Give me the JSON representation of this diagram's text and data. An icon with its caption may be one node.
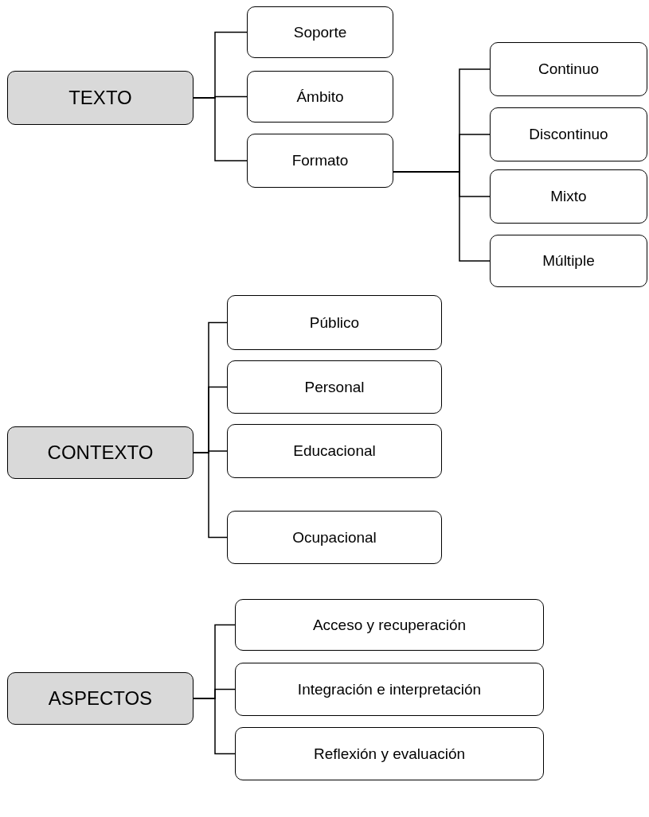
{
  "diagram": {
    "nodes": [
      {
        "text": [
          "TEXTO"
        ]
      },
      {
        "text": [
          "Soporte"
        ]
      },
      {
        "text": [
          "Ámbito"
        ]
      },
      {
        "text": [
          "Formato"
        ]
      },
      {
        "text": [
          "Continuo"
        ]
      },
      {
        "text": [
          "Discontinuo"
        ]
      },
      {
        "text": [
          "Mixto"
        ]
      },
      {
        "text": [
          "Múltiple"
        ]
      },
      {
        "text": [
          "CONTEXTO"
        ]
      },
      {
        "text": [
          "Público"
        ]
      },
      {
        "text": [
          "Personal"
        ]
      },
      {
        "text": [
          "Educacional"
        ]
      },
      {
        "text": [
          "Ocupacional"
        ]
      },
      {
        "text": [
          "ASPECTOS"
        ]
      },
      {
        "text": [
          "Acceso y recuperación"
        ]
      },
      {
        "text": [
          "Integración e interpretación"
        ]
      },
      {
        "text": [
          "Reflexión y evaluación"
        ]
      }
    ],
    "edges": [
      {
        "from": 0,
        "to": 1,
        "arrow": "none"
      },
      {
        "from": 0,
        "to": 2,
        "arrow": "none"
      },
      {
        "from": 0,
        "to": 3,
        "arrow": "none"
      },
      {
        "from": 3,
        "to": 4,
        "arrow": "none"
      },
      {
        "from": 3,
        "to": 5,
        "arrow": "none"
      },
      {
        "from": 3,
        "to": 6,
        "arrow": "none"
      },
      {
        "from": 3,
        "to": 7,
        "arrow": "none"
      },
      {
        "from": 8,
        "to": 9,
        "arrow": "none"
      },
      {
        "from": 8,
        "to": 10,
        "arrow": "none"
      },
      {
        "from": 8,
        "to": 11,
        "arrow": "none"
      },
      {
        "from": 8,
        "to": 12,
        "arrow": "none"
      },
      {
        "from": 13,
        "to": 14,
        "arrow": "none"
      },
      {
        "from": 13,
        "to": 15,
        "arrow": "none"
      },
      {
        "from": 13,
        "to": 16,
        "arrow": "none"
      }
    ]
  }
}
